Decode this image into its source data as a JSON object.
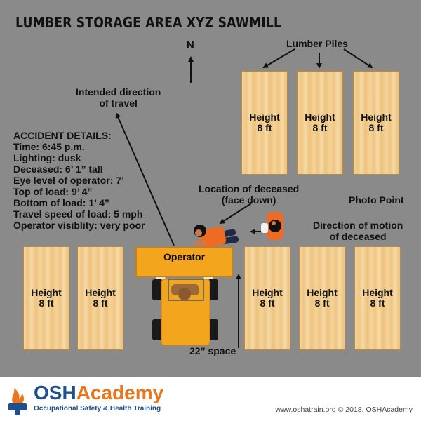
{
  "title": "LUMBER STORAGE AREA XYZ SAWMILL",
  "north": "N",
  "lumber_piles_label": "Lumber Piles",
  "pile_label_line1": "Height",
  "pile_label_line2": "8 ft",
  "intended_direction": {
    "line1": "Intended direction",
    "line2": "of travel"
  },
  "location_deceased": {
    "line1": "Location of deceased",
    "line2": "(face down)"
  },
  "photo_point": "Photo Point",
  "direction_motion": {
    "line1": "Direction of motion",
    "line2": "of deceased"
  },
  "operator_label": "Operator",
  "space_label": "22” space",
  "accident_details": {
    "heading": "ACCIDENT DETAILS:",
    "lines": [
      "Time: 6:45 p.m.",
      "Lighting: dusk",
      "Deceased: 6’ 1” tall",
      "Eye level of operator: 7’",
      "Top of load: 9’ 4”",
      "Bottom of load: 1’ 4”",
      "Travel speed of load: 5 mph",
      "Operator visiblity: very poor"
    ]
  },
  "footer": {
    "brand": "OSHAcademy",
    "brand_osh": "OSH",
    "brand_academy": "Academy",
    "tagline": "Occupational Safety & Health Training",
    "url": "www.oshatrain.org © 2018. OSHAcademy"
  },
  "colors": {
    "floor": "#8a8a8a",
    "forklift": "#f2a51d",
    "brand_blue": "#1e4f8f",
    "brand_orange": "#e8761c",
    "shirt": "#ee6b24"
  }
}
